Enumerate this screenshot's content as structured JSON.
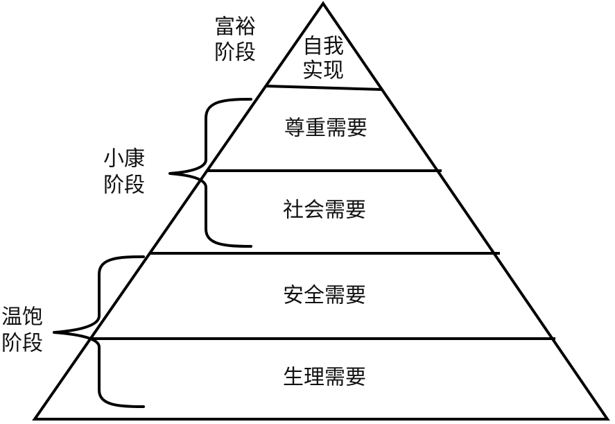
{
  "layers": [
    {
      "line1": "自我",
      "line2": "实现"
    },
    {
      "label": "尊重需要"
    },
    {
      "label": "社会需要"
    },
    {
      "label": "安全需要"
    },
    {
      "label": "生理需要"
    }
  ],
  "stages": [
    {
      "line1": "富裕",
      "line2": "阶段"
    },
    {
      "line1": "小康",
      "line2": "阶段"
    },
    {
      "line1": "温饱",
      "line2": "阶段"
    }
  ]
}
